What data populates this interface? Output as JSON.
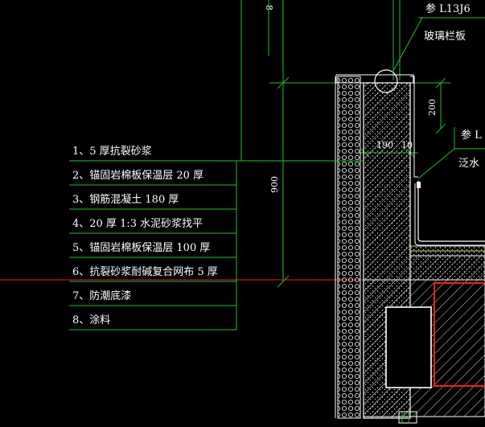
{
  "drawing": {
    "colors": {
      "background": "#000000",
      "leader": "#1fbf2a",
      "wall": "#ffffff",
      "hatch": "#d8d8d8",
      "section_line": "#ff1a1a",
      "screed": "#e8e15a"
    },
    "top_ref_partial": "8",
    "notes": {
      "ref_l13j6": "参 L13J6",
      "glass_railing": "玻璃栏板",
      "ref_partial": "参 L",
      "waterproof_partial": "泛水"
    },
    "dimensions": {
      "d200": "200",
      "d900": "900",
      "d190": "190",
      "d10": "10"
    },
    "layers": [
      "1、5 厚抗裂砂浆",
      "2、锚固岩棉板保温层 20 厚",
      "3、钢筋混凝土 180 厚",
      "4、20 厚 1:3 水泥砂浆找平",
      "5、锚固岩棉板保温层 100 厚",
      "6、抗裂砂浆耐碱复合网布 5 厚",
      "7、防潮底漆",
      "8、涂料"
    ]
  }
}
